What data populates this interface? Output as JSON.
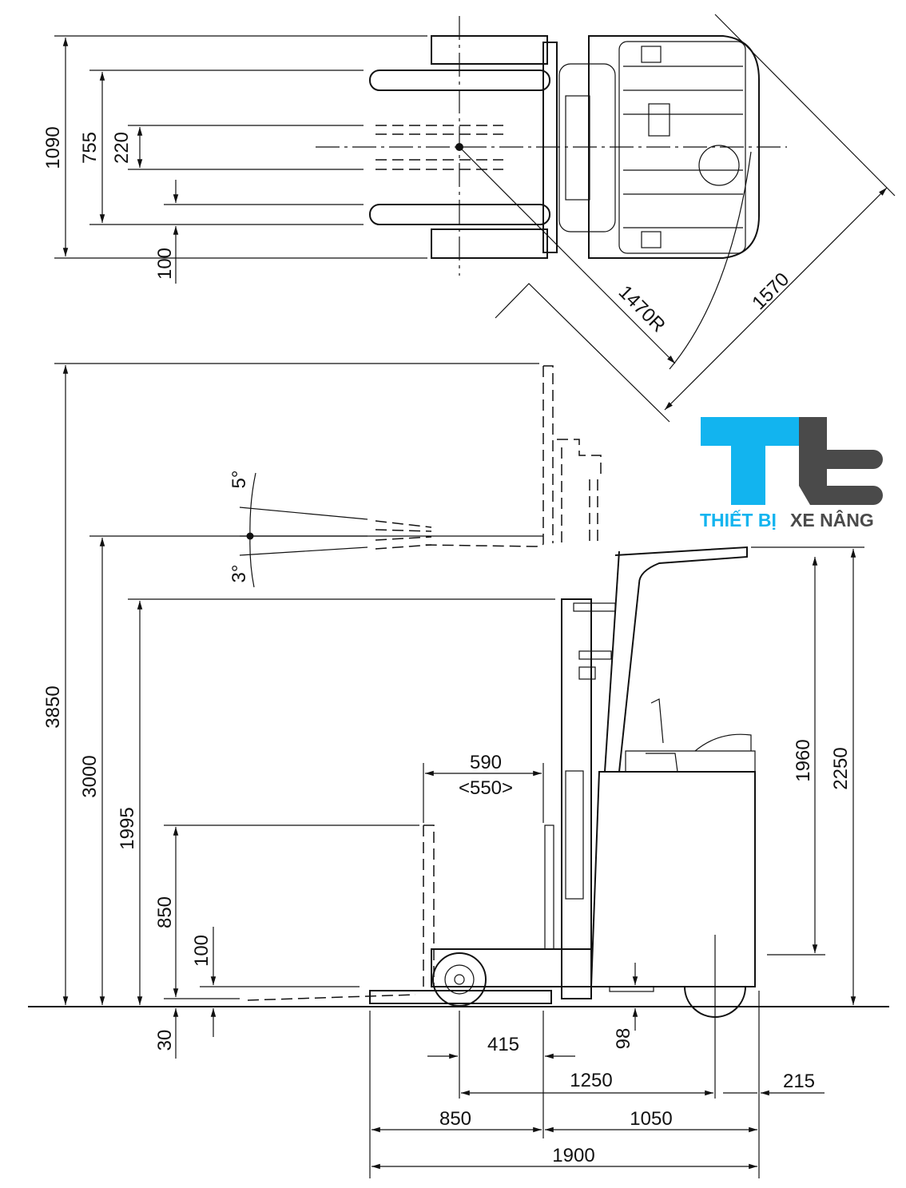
{
  "top_view": {
    "dims": {
      "overall_width": "1090",
      "fork_outer_spread": "755",
      "fork_inner_spread": "220",
      "fork_width": "100",
      "turning_radius": "1470R",
      "right_angle_stack": "1570"
    }
  },
  "side_view": {
    "dims": {
      "max_lift_height": "3850",
      "lift_height": "3000",
      "mast_lowered_height": "1995",
      "reach_fork_height": "850",
      "free_lift": "100",
      "fork_thickness": "30",
      "reach_stroke": "590",
      "reach_stroke_alt": "<550>",
      "tilt_forward": "5°",
      "tilt_backward": "3°",
      "platform_height": "1960",
      "overhead_guard_height": "2250",
      "front_wheel_offset": "415",
      "ground_clearance": "98",
      "wheelbase": "1250",
      "rear_overhang": "215",
      "fork_length": "850",
      "body_length": "1050",
      "overall_length": "1900"
    }
  },
  "logo": {
    "line1": "THIẾT BỊ",
    "line2": "XE NÂNG",
    "colors": {
      "blue": "#12b4ef",
      "gray": "#4a4a4a"
    }
  }
}
